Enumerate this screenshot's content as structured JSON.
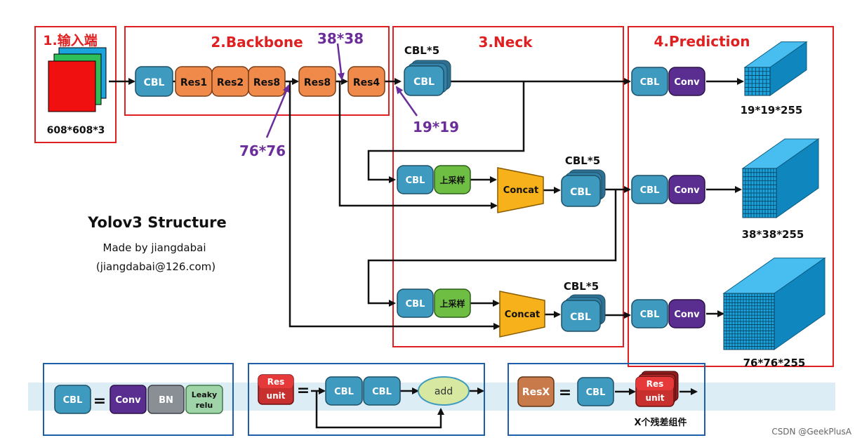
{
  "colors": {
    "cbl": "#3e9bbf",
    "res": "#f08a4b",
    "conv": "#5a2d91",
    "upsample": "#6fbe44",
    "concat": "#f6b11b",
    "bn": "#8a8f96",
    "leaky": "#9fd4a8",
    "section_border": "#e02020",
    "legend_border": "#1f5faa",
    "size_label": "#6a2d9a",
    "cube": "#1aa3dc",
    "input_red": "#f01010"
  },
  "sections": {
    "input": "1.输入端",
    "backbone": "2.Backbone",
    "neck": "3.Neck",
    "prediction": "4.Prediction"
  },
  "sizes": {
    "input": "608*608*3",
    "s38": "38*38",
    "s19": "19*19",
    "s76": "76*76"
  },
  "labels": {
    "cbl": "CBL",
    "res1": "Res1",
    "res2": "Res2",
    "res8": "Res8",
    "res4": "Res4",
    "cbl5": "CBL*5",
    "upsample": "上采样",
    "concat": "Concat",
    "conv": "Conv",
    "bn": "BN",
    "leaky": "Leaky relu",
    "res_unit": "Res unit",
    "add": "add",
    "resx": "ResX",
    "equals": "=",
    "x_residual": "X个残差组件"
  },
  "outputs": [
    "19*19*255",
    "38*38*255",
    "76*76*255"
  ],
  "credits": {
    "title": "Yolov3 Structure",
    "author": "Made by jiangdabai",
    "email": "(jiangdabai@126.com)"
  },
  "watermark": "CSDN @GeekPlusA"
}
